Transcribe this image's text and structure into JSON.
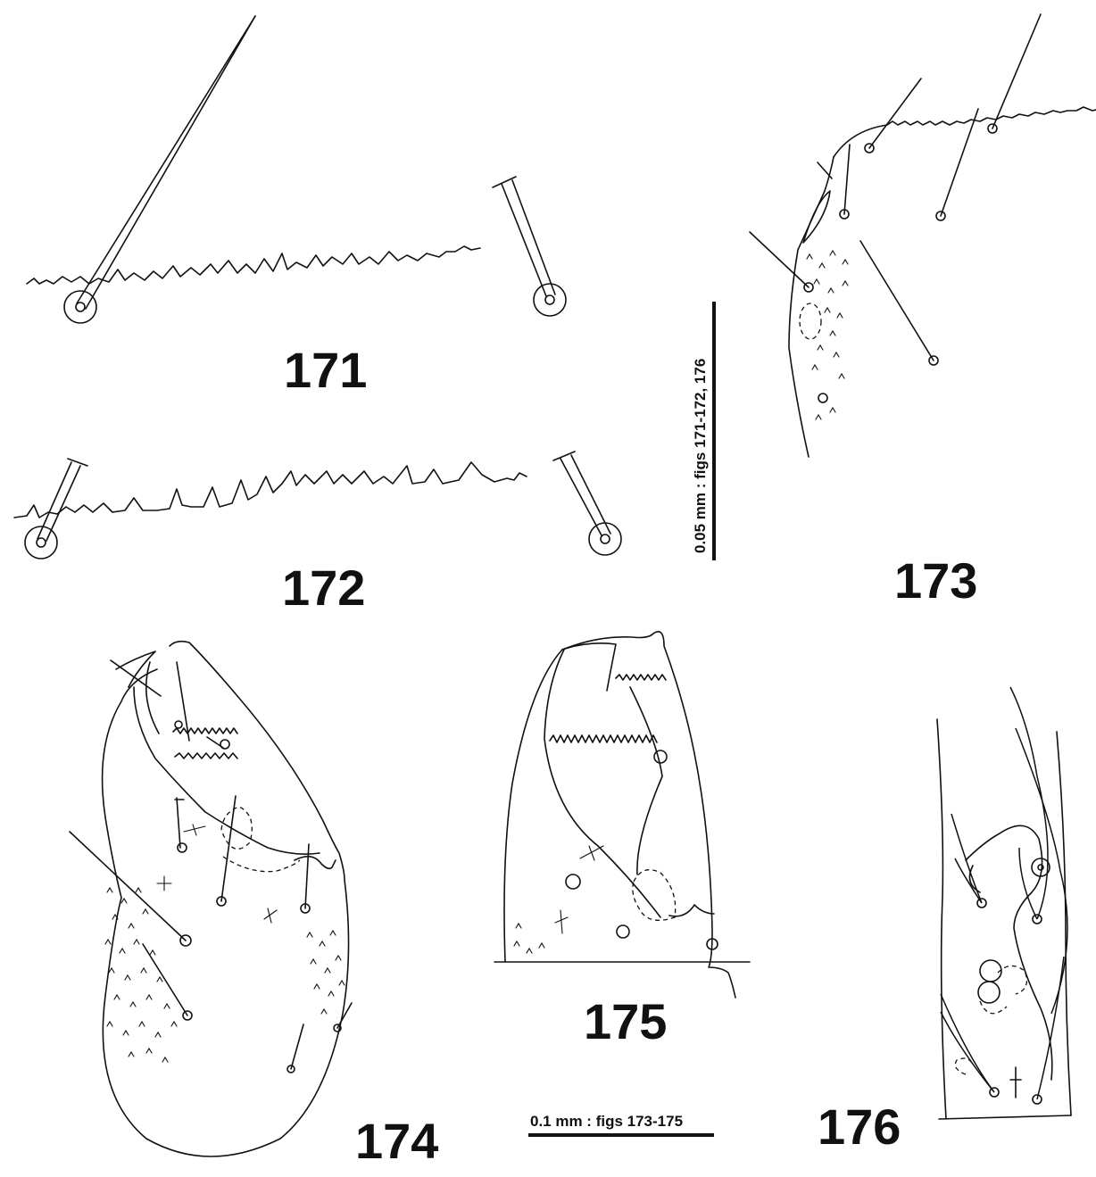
{
  "figures": [
    {
      "id": "171",
      "label": "171"
    },
    {
      "id": "172",
      "label": "172"
    },
    {
      "id": "173",
      "label": "173"
    },
    {
      "id": "174",
      "label": "174"
    },
    {
      "id": "175",
      "label": "175"
    },
    {
      "id": "176",
      "label": "176"
    }
  ],
  "scale_bars": [
    {
      "id": "scale-005",
      "text": "0.05 mm : figs 171-172, 176"
    },
    {
      "id": "scale-01",
      "text": "0.1 mm : figs 173-175"
    }
  ]
}
